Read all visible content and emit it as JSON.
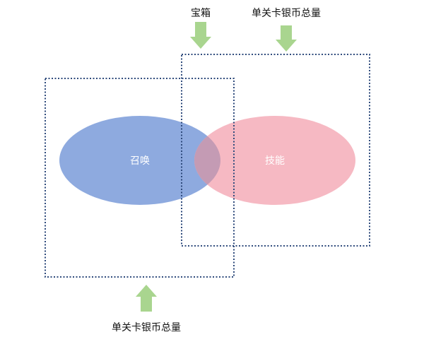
{
  "labels": {
    "top_left": "宝箱",
    "top_right": "单关卡银币总量",
    "bottom": "单关卡银币总量"
  },
  "ellipses": {
    "left": {
      "label": "召唤",
      "color": "#8eaadf"
    },
    "right": {
      "label": "技能",
      "color": "#f6b9c3"
    },
    "overlap_color": "#c49bb4"
  },
  "colors": {
    "box_border": "#2f4b7c",
    "arrow": "#a9d58f",
    "text": "#111111",
    "inner_text": "#ffffff"
  }
}
